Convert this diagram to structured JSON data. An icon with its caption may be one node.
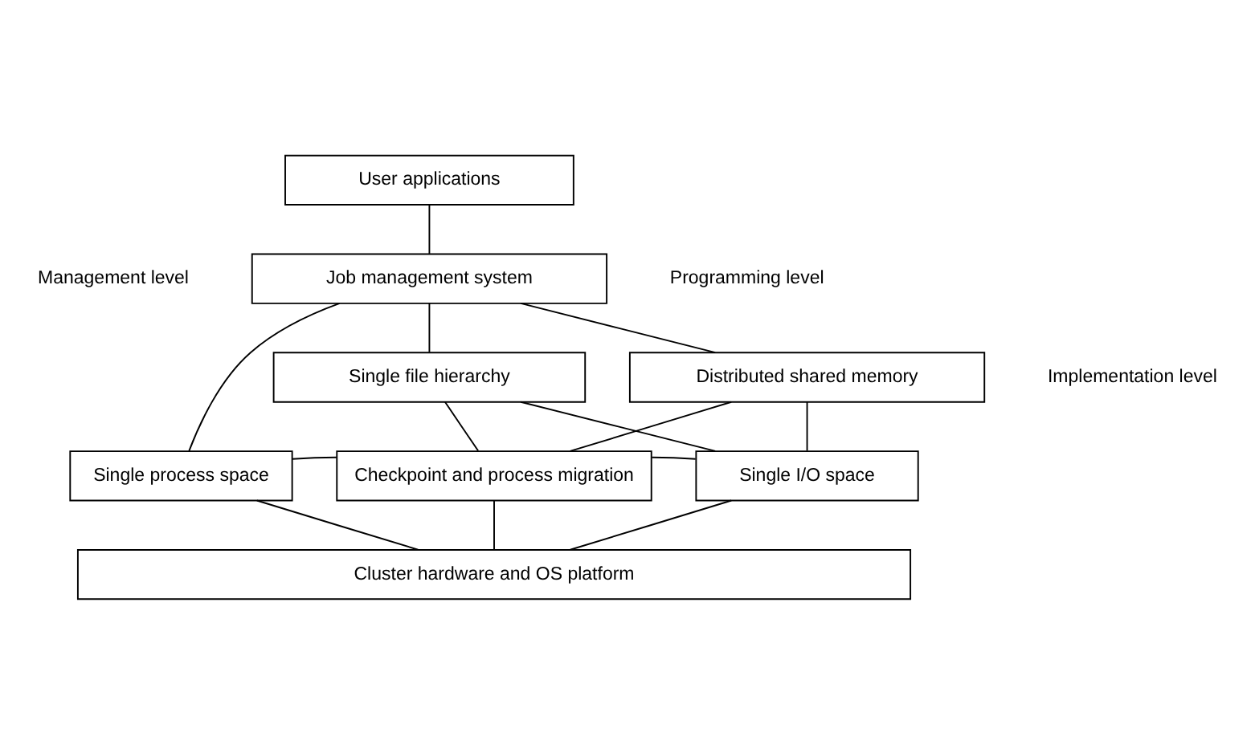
{
  "diagram": {
    "nodes": [
      {
        "text": [
          "User applications"
        ]
      },
      {
        "text": [
          "Job management system"
        ]
      },
      {
        "text": [
          "Single file hierarchy"
        ]
      },
      {
        "text": [
          "Distributed shared memory"
        ]
      },
      {
        "text": [
          "Single process space"
        ]
      },
      {
        "text": [
          "Checkpoint and process migration"
        ]
      },
      {
        "text": [
          "Single I/O space"
        ]
      },
      {
        "text": [
          "Cluster hardware and OS platform"
        ]
      }
    ],
    "edges": [
      {
        "from": 0,
        "to": 1,
        "arrow": "none"
      },
      {
        "from": 1,
        "to": 2,
        "arrow": "none"
      },
      {
        "from": 1,
        "to": 3,
        "arrow": "none"
      },
      {
        "from": 1,
        "to": 4,
        "arrow": "none"
      },
      {
        "from": 2,
        "to": 5,
        "arrow": "none"
      },
      {
        "from": 2,
        "to": 6,
        "arrow": "none"
      },
      {
        "from": 3,
        "to": 5,
        "arrow": "none"
      },
      {
        "from": 3,
        "to": 6,
        "arrow": "none"
      },
      {
        "from": 4,
        "to": 5,
        "arrow": "none"
      },
      {
        "from": 5,
        "to": 6,
        "arrow": "none"
      },
      {
        "from": 4,
        "to": 7,
        "arrow": "none"
      },
      {
        "from": 5,
        "to": 7,
        "arrow": "none"
      },
      {
        "from": 6,
        "to": 7,
        "arrow": "none"
      }
    ],
    "labels": [
      "Management level",
      "Programming level",
      "Implementation level"
    ]
  }
}
